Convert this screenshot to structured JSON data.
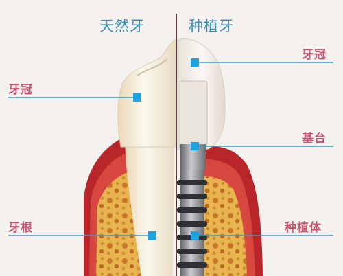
{
  "titles": {
    "natural": "天然牙",
    "implant": "种植牙"
  },
  "labels": {
    "natural_crown": "牙冠",
    "natural_root": "牙根",
    "implant_crown": "牙冠",
    "abutment": "基台",
    "implant_body": "种植体"
  },
  "colors": {
    "title": "#3b8fb5",
    "label": "#c8546e",
    "leader_line": "#3a9cc7",
    "marker": "#1fa3e0",
    "gum": "#b8262a",
    "bone": "#e6b04a",
    "tooth": "#f6f2e6",
    "implant_metal": "#8d8f93"
  }
}
